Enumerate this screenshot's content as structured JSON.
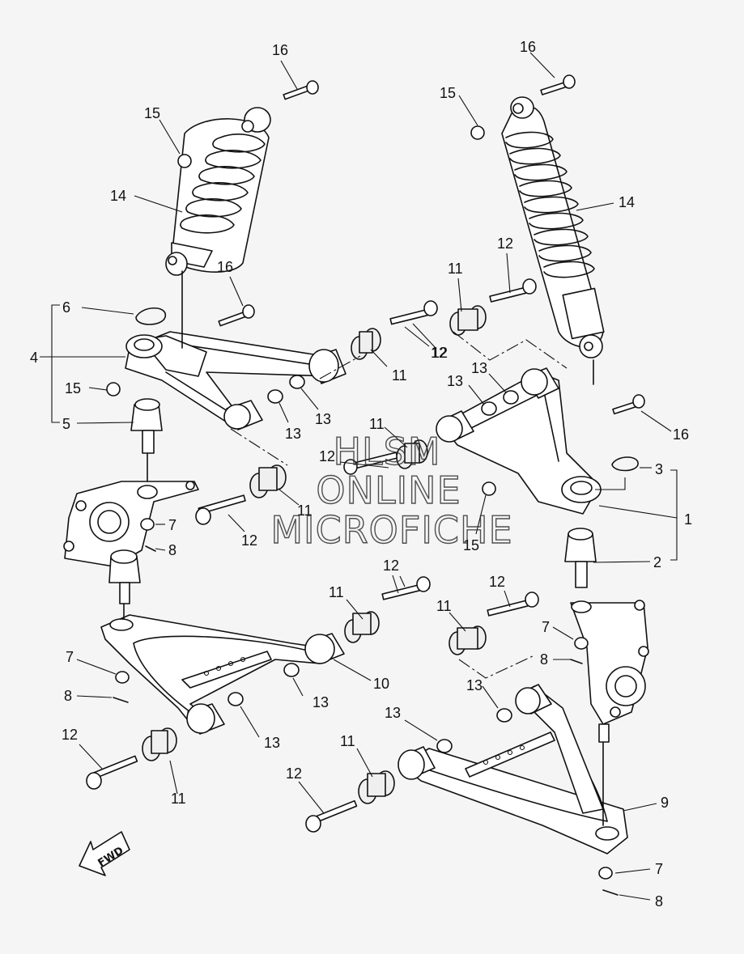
{
  "callouts": [
    {
      "id": "c16a",
      "label": "16"
    },
    {
      "id": "c15a",
      "label": "15"
    },
    {
      "id": "c14a",
      "label": "14"
    },
    {
      "id": "c16b",
      "label": "16"
    },
    {
      "id": "c6",
      "label": "6"
    },
    {
      "id": "c4",
      "label": "4"
    },
    {
      "id": "c15b",
      "label": "15"
    },
    {
      "id": "c5",
      "label": "5"
    },
    {
      "id": "c13a",
      "label": "13"
    },
    {
      "id": "c13b",
      "label": "13"
    },
    {
      "id": "c11a",
      "label": "11"
    },
    {
      "id": "c12a",
      "label": "12"
    },
    {
      "id": "c11b",
      "label": "11"
    },
    {
      "id": "c12b",
      "label": "12"
    },
    {
      "id": "c7a",
      "label": "7"
    },
    {
      "id": "c8a",
      "label": "8"
    },
    {
      "id": "c16c",
      "label": "16"
    },
    {
      "id": "c15c",
      "label": "15"
    },
    {
      "id": "c14b",
      "label": "14"
    },
    {
      "id": "c12c",
      "label": "12"
    },
    {
      "id": "c11c",
      "label": "11"
    },
    {
      "id": "c12d",
      "label": "12"
    },
    {
      "id": "c13c",
      "label": "13"
    },
    {
      "id": "c13d",
      "label": "13"
    },
    {
      "id": "c16d",
      "label": "16"
    },
    {
      "id": "c11d",
      "label": "11"
    },
    {
      "id": "c12e",
      "label": "12"
    },
    {
      "id": "c3",
      "label": "3"
    },
    {
      "id": "c1",
      "label": "1"
    },
    {
      "id": "c15d",
      "label": "15"
    },
    {
      "id": "c2",
      "label": "2"
    },
    {
      "id": "c12f",
      "label": "12"
    },
    {
      "id": "c11e",
      "label": "11"
    },
    {
      "id": "c12g",
      "label": "12"
    },
    {
      "id": "c11f",
      "label": "11"
    },
    {
      "id": "c7b",
      "label": "7"
    },
    {
      "id": "c8b",
      "label": "8"
    },
    {
      "id": "c7c",
      "label": "7"
    },
    {
      "id": "c8c",
      "label": "8"
    },
    {
      "id": "c13e",
      "label": "13"
    },
    {
      "id": "c10",
      "label": "10"
    },
    {
      "id": "c12h",
      "label": "12"
    },
    {
      "id": "c13f",
      "label": "13"
    },
    {
      "id": "c11g",
      "label": "11"
    },
    {
      "id": "c13g",
      "label": "13"
    },
    {
      "id": "c13h",
      "label": "13"
    },
    {
      "id": "c11h",
      "label": "11"
    },
    {
      "id": "c12i",
      "label": "12"
    },
    {
      "id": "c9",
      "label": "9"
    },
    {
      "id": "c7d",
      "label": "7"
    },
    {
      "id": "c8d",
      "label": "8"
    }
  ],
  "watermark": {
    "line1": "HLSM",
    "line2": "ONLINE",
    "line3": "MICROFICHE"
  },
  "fwd_label": "FWD",
  "icons": [
    "fwd-arrow-icon"
  ]
}
